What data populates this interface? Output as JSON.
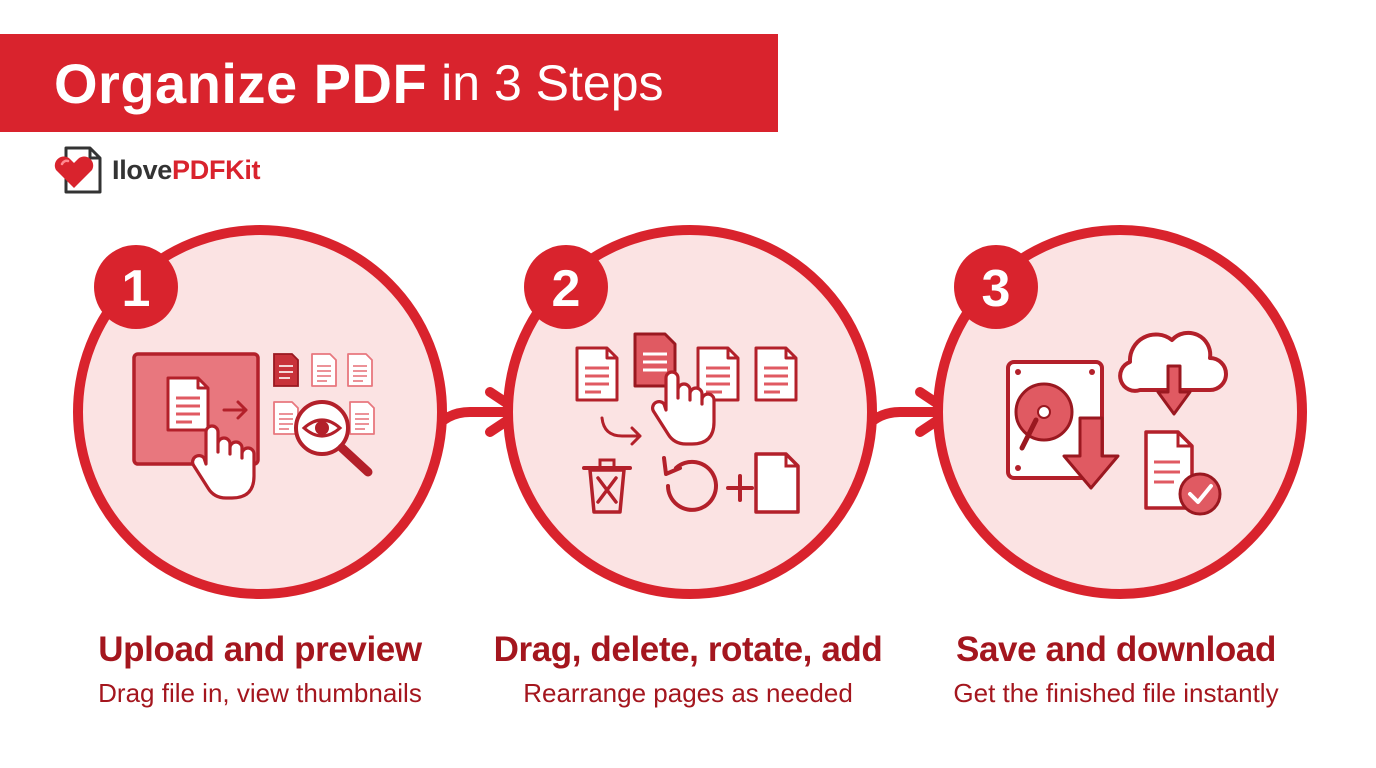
{
  "header": {
    "title_bold": "Organize PDF",
    "title_rest": "in 3 Steps"
  },
  "brand": {
    "name_part1": "Ilove",
    "name_part2": "PDFKit"
  },
  "steps": [
    {
      "number": "1",
      "title": "Upload and preview",
      "subtitle": "Drag file in, view thumbnails"
    },
    {
      "number": "2",
      "title": "Drag, delete, rotate, add",
      "subtitle": "Rearrange pages as needed"
    },
    {
      "number": "3",
      "title": "Save and download",
      "subtitle": "Get the finished file instantly"
    }
  ],
  "colors": {
    "accent": "#d9232d",
    "dark_red": "#a4161e",
    "circle_fill": "#fbe3e3"
  },
  "icons": {
    "step1": [
      "upload-window-icon",
      "hand-pointer-icon",
      "page-thumbnails-icon",
      "magnifier-eye-icon"
    ],
    "step2": [
      "reorder-pages-icon",
      "hand-pointer-icon",
      "trash-icon",
      "rotate-icon",
      "add-page-icon"
    ],
    "step3": [
      "hard-drive-icon",
      "cloud-download-icon",
      "download-arrow-icon",
      "file-check-icon"
    ]
  }
}
